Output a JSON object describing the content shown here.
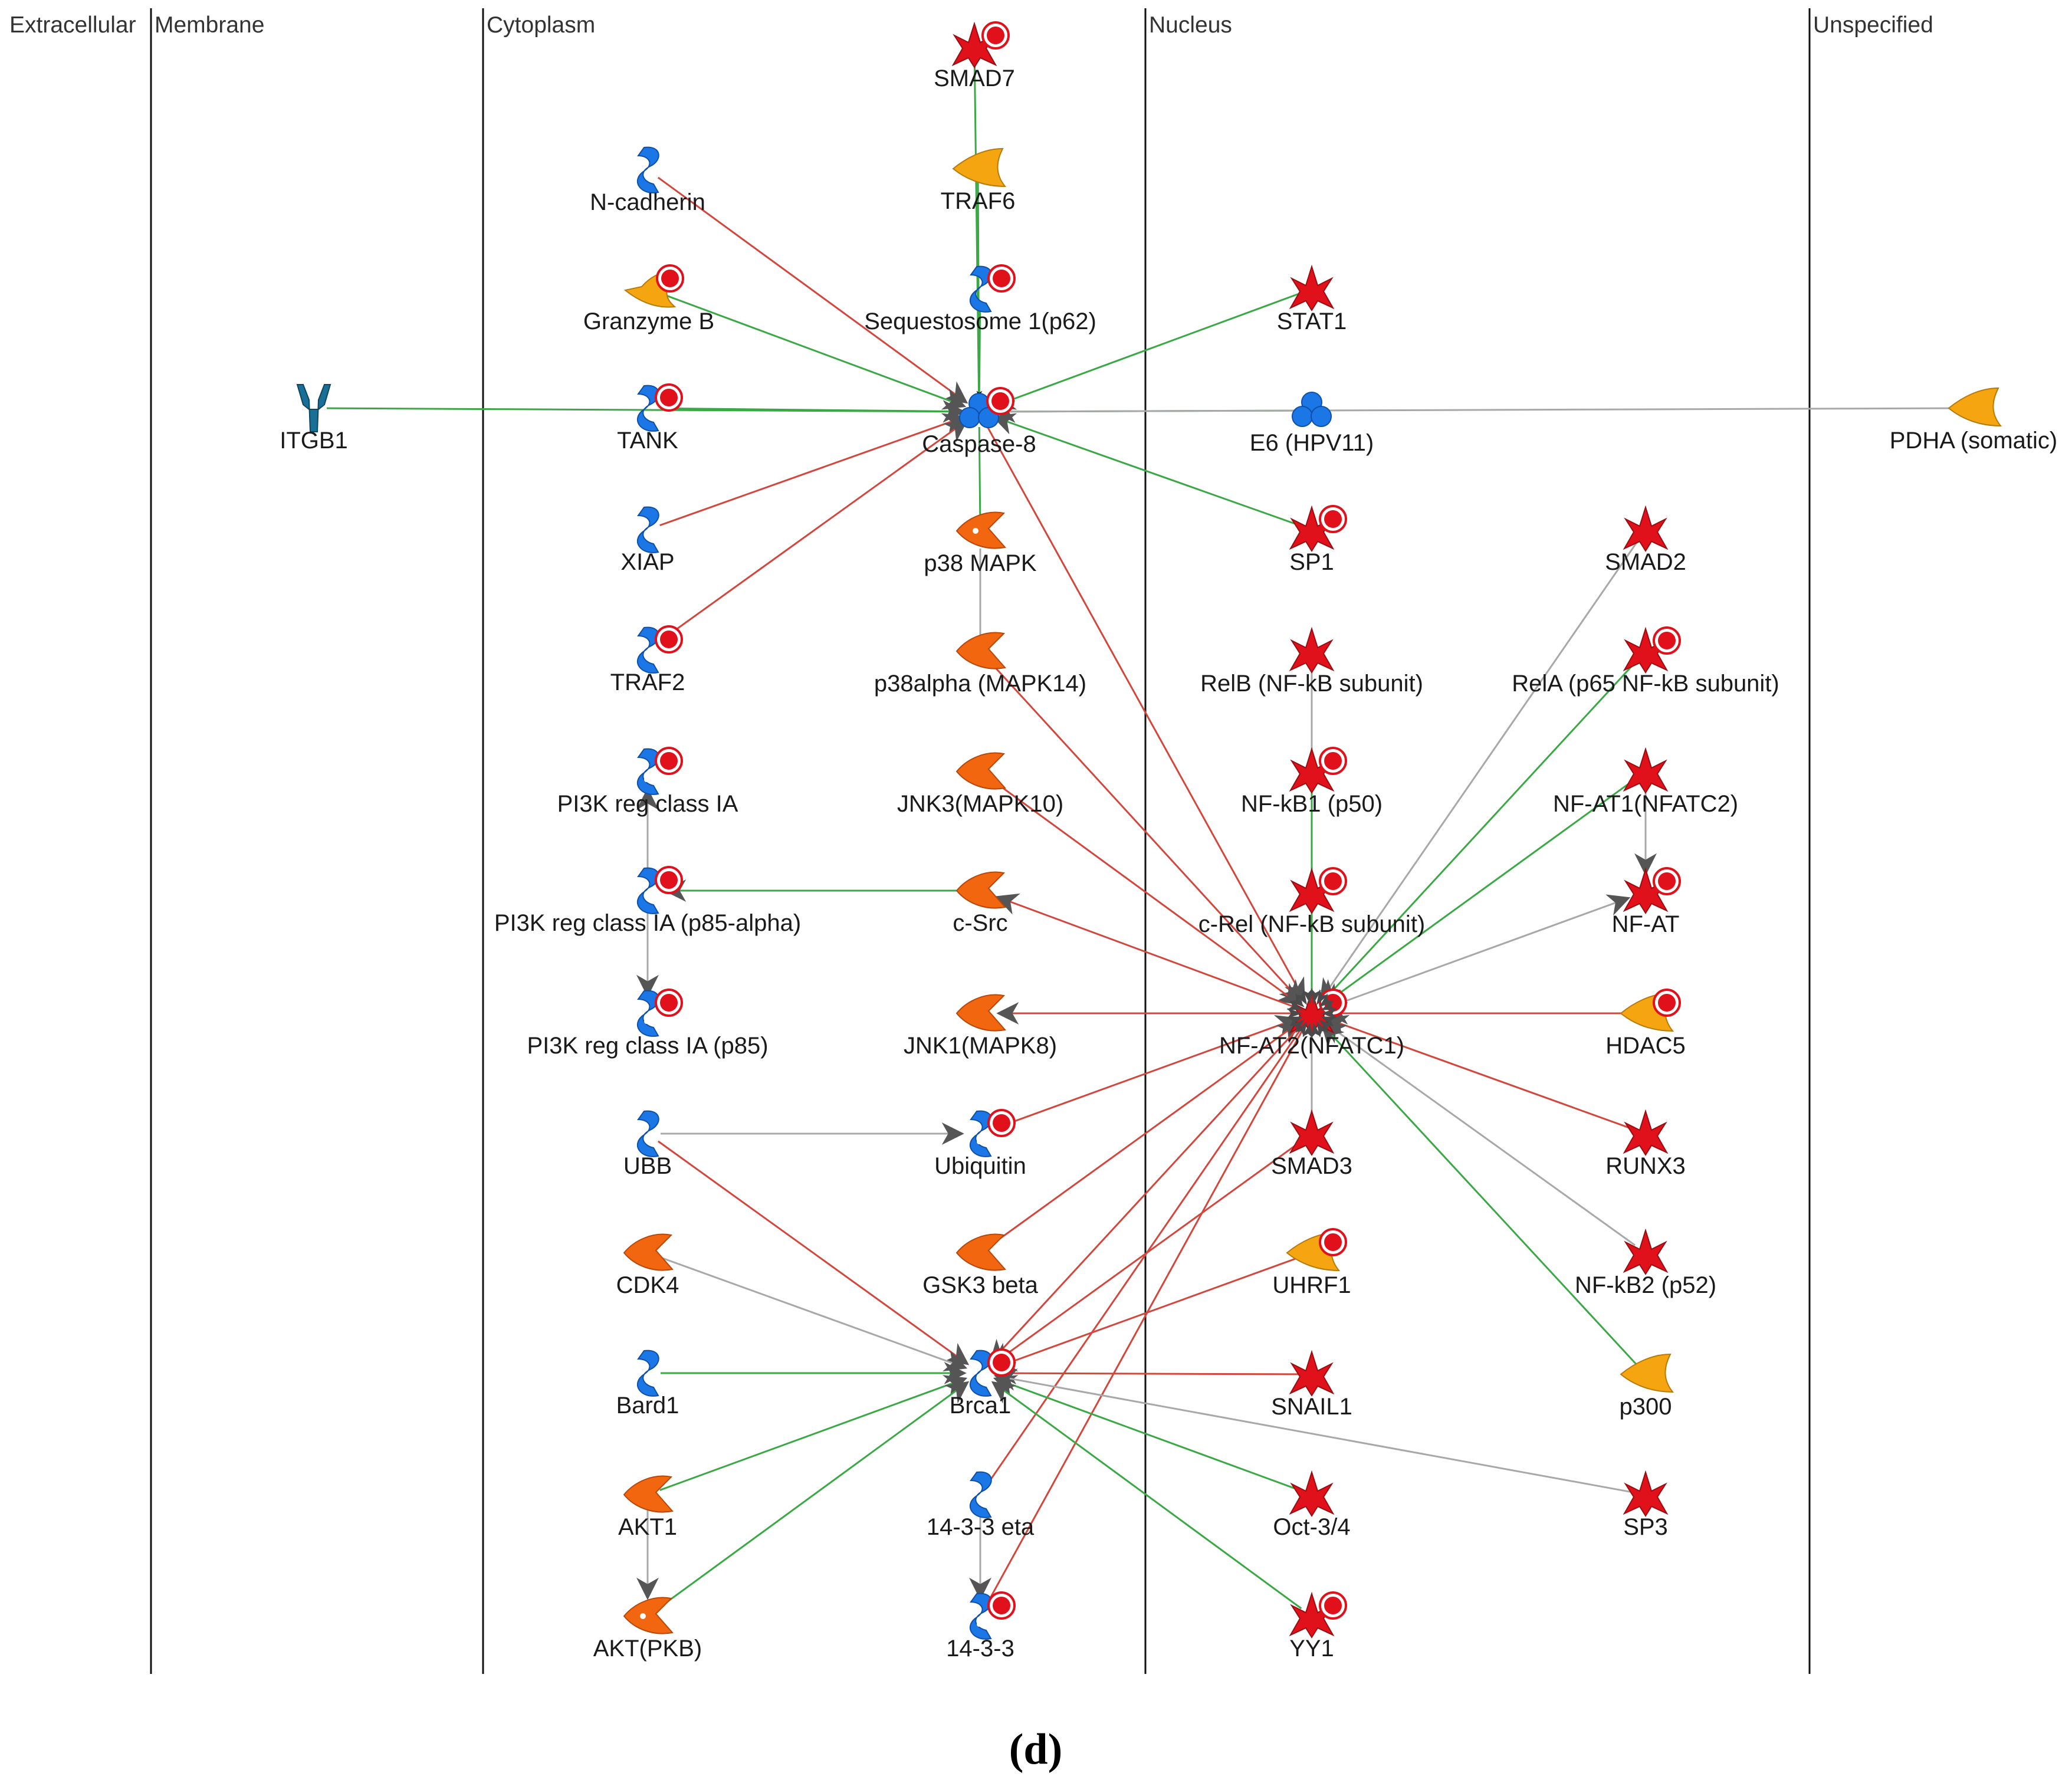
{
  "lanes": [
    {
      "label": "Extracellular"
    },
    {
      "label": "Membrane"
    },
    {
      "label": "Cytoplasm"
    },
    {
      "label": "Nucleus"
    },
    {
      "label": "Unspecified"
    }
  ],
  "colors": {
    "activation": "#3aa845",
    "inhibition": "#d4453c",
    "unspecified": "#a8a8a8",
    "arrowhead": "#555555",
    "blue_protein": "#1b76e6",
    "receptor": "#1a6f96",
    "red_factor": "#e0111b",
    "orange_kinase": "#f36610",
    "yellow_enzyme": "#f5a510",
    "marker": "#e0111b"
  },
  "nodes": [
    {
      "id": "SMAD7",
      "label": "SMAD7",
      "type": "transcription-factor",
      "marker": true
    },
    {
      "id": "TRAF6",
      "label": "TRAF6",
      "type": "enzyme",
      "marker": false
    },
    {
      "id": "N-cadherin",
      "label": "N-cadherin",
      "type": "protein",
      "marker": false
    },
    {
      "id": "GranzymeB",
      "label": "Granzyme B",
      "type": "protease",
      "marker": true
    },
    {
      "id": "p62",
      "label": "Sequestosome 1(p62)",
      "type": "protein",
      "marker": true
    },
    {
      "id": "STAT1",
      "label": "STAT1",
      "type": "transcription-factor",
      "marker": false
    },
    {
      "id": "ITGB1",
      "label": "ITGB1",
      "type": "receptor",
      "marker": false
    },
    {
      "id": "TANK",
      "label": "TANK",
      "type": "protein",
      "marker": true
    },
    {
      "id": "Caspase8",
      "label": "Caspase-8",
      "type": "complex",
      "marker": true
    },
    {
      "id": "E6",
      "label": "E6 (HPV11)",
      "type": "complex",
      "marker": false
    },
    {
      "id": "PDHA",
      "label": "PDHA (somatic)",
      "type": "enzyme",
      "marker": false
    },
    {
      "id": "XIAP",
      "label": "XIAP",
      "type": "protein",
      "marker": false
    },
    {
      "id": "p38MAPK",
      "label": "p38 MAPK",
      "type": "kinase-dot",
      "marker": false
    },
    {
      "id": "SP1",
      "label": "SP1",
      "type": "transcription-factor",
      "marker": true
    },
    {
      "id": "SMAD2",
      "label": "SMAD2",
      "type": "transcription-factor",
      "marker": false
    },
    {
      "id": "TRAF2",
      "label": "TRAF2",
      "type": "protein",
      "marker": true
    },
    {
      "id": "p38alpha",
      "label": "p38alpha (MAPK14)",
      "type": "kinase",
      "marker": false
    },
    {
      "id": "RelB",
      "label": "RelB (NF-kB subunit)",
      "type": "transcription-factor",
      "marker": false
    },
    {
      "id": "RelA",
      "label": "RelA (p65 NF-kB subunit)",
      "type": "transcription-factor",
      "marker": true
    },
    {
      "id": "PI3K_IA",
      "label": "PI3K reg class IA",
      "type": "protein-dot",
      "marker": true
    },
    {
      "id": "JNK3",
      "label": "JNK3(MAPK10)",
      "type": "kinase",
      "marker": false
    },
    {
      "id": "NFkB1",
      "label": "NF-kB1 (p50)",
      "type": "transcription-factor",
      "marker": true
    },
    {
      "id": "NFAT1",
      "label": "NF-AT1(NFATC2)",
      "type": "transcription-factor",
      "marker": false
    },
    {
      "id": "PI3K_p85a",
      "label": "PI3K reg class IA (p85-alpha)",
      "type": "protein",
      "marker": true
    },
    {
      "id": "cSrc",
      "label": "c-Src",
      "type": "kinase",
      "marker": false
    },
    {
      "id": "cRel",
      "label": "c-Rel (NF-kB subunit)",
      "type": "transcription-factor",
      "marker": true
    },
    {
      "id": "NFAT",
      "label": "NF-AT",
      "type": "transcription-factor",
      "marker": true
    },
    {
      "id": "PI3K_p85",
      "label": "PI3K reg class IA (p85)",
      "type": "protein-dot",
      "marker": true
    },
    {
      "id": "JNK1",
      "label": "JNK1(MAPK8)",
      "type": "kinase",
      "marker": false
    },
    {
      "id": "NFAT2",
      "label": "NF-AT2(NFATC1)",
      "type": "transcription-factor",
      "marker": true
    },
    {
      "id": "HDAC5",
      "label": "HDAC5",
      "type": "enzyme",
      "marker": true
    },
    {
      "id": "UBB",
      "label": "UBB",
      "type": "protein",
      "marker": false
    },
    {
      "id": "Ubiquitin",
      "label": "Ubiquitin",
      "type": "protein-dot",
      "marker": true
    },
    {
      "id": "SMAD3",
      "label": "SMAD3",
      "type": "transcription-factor",
      "marker": false
    },
    {
      "id": "RUNX3",
      "label": "RUNX3",
      "type": "transcription-factor",
      "marker": false
    },
    {
      "id": "CDK4",
      "label": "CDK4",
      "type": "kinase",
      "marker": false
    },
    {
      "id": "GSK3beta",
      "label": "GSK3 beta",
      "type": "kinase",
      "marker": false
    },
    {
      "id": "UHRF1",
      "label": "UHRF1",
      "type": "enzyme",
      "marker": true
    },
    {
      "id": "NFkB2",
      "label": "NF-kB2 (p52)",
      "type": "transcription-factor",
      "marker": false
    },
    {
      "id": "Bard1",
      "label": "Bard1",
      "type": "protein",
      "marker": false
    },
    {
      "id": "Brca1",
      "label": "Brca1",
      "type": "protein",
      "marker": true
    },
    {
      "id": "SNAIL1",
      "label": "SNAIL1",
      "type": "transcription-factor",
      "marker": false
    },
    {
      "id": "p300",
      "label": "p300",
      "type": "enzyme",
      "marker": false
    },
    {
      "id": "AKT1",
      "label": "AKT1",
      "type": "kinase",
      "marker": false
    },
    {
      "id": "eta1433",
      "label": "14-3-3 eta",
      "type": "protein",
      "marker": false
    },
    {
      "id": "Oct34",
      "label": "Oct-3/4",
      "type": "transcription-factor",
      "marker": false
    },
    {
      "id": "SP3",
      "label": "SP3",
      "type": "transcription-factor",
      "marker": false
    },
    {
      "id": "AKTPKB",
      "label": "AKT(PKB)",
      "type": "kinase-dot",
      "marker": false
    },
    {
      "id": "p1433",
      "label": "14-3-3",
      "type": "protein-dot",
      "marker": true
    },
    {
      "id": "YY1",
      "label": "YY1",
      "type": "transcription-factor",
      "marker": true
    }
  ],
  "edges": [
    {
      "from": "SMAD7",
      "to": "Caspase8",
      "effect": "activation",
      "arrow": false
    },
    {
      "from": "TRAF6",
      "to": "Caspase8",
      "effect": "activation",
      "arrow": false
    },
    {
      "from": "p62",
      "to": "Caspase8",
      "effect": "activation",
      "arrow": true,
      "head": "black"
    },
    {
      "from": "N-cadherin",
      "to": "Caspase8",
      "effect": "inhibition",
      "arrow": true
    },
    {
      "from": "GranzymeB",
      "to": "Caspase8",
      "effect": "activation",
      "arrow": true
    },
    {
      "from": "ITGB1",
      "to": "Caspase8",
      "effect": "activation",
      "arrow": true
    },
    {
      "from": "TANK",
      "to": "Caspase8",
      "effect": "activation",
      "arrow": true
    },
    {
      "from": "XIAP",
      "to": "Caspase8",
      "effect": "inhibition",
      "arrow": true
    },
    {
      "from": "TRAF2",
      "to": "Caspase8",
      "effect": "inhibition",
      "arrow": true
    },
    {
      "from": "STAT1",
      "to": "Caspase8",
      "effect": "activation",
      "arrow": true
    },
    {
      "from": "E6",
      "to": "Caspase8",
      "effect": "activation",
      "arrow": true
    },
    {
      "from": "PDHA",
      "to": "Caspase8",
      "effect": "unspecified",
      "arrow": true
    },
    {
      "from": "SP1",
      "to": "Caspase8",
      "effect": "activation",
      "arrow": true
    },
    {
      "from": "p38MAPK",
      "to": "Caspase8",
      "effect": "activation",
      "arrow": false
    },
    {
      "from": "p38alpha",
      "to": "p38MAPK",
      "effect": "unspecified",
      "arrow": false
    },
    {
      "from": "Caspase8",
      "to": "NFAT2",
      "effect": "inhibition",
      "arrow": true
    },
    {
      "from": "p38alpha",
      "to": "NFAT2",
      "effect": "inhibition",
      "arrow": true
    },
    {
      "from": "JNK3",
      "to": "NFAT2",
      "effect": "inhibition",
      "arrow": true
    },
    {
      "from": "NFAT2",
      "to": "cSrc",
      "effect": "inhibition",
      "arrow": true
    },
    {
      "from": "NFAT2",
      "to": "JNK1",
      "effect": "inhibition",
      "arrow": true
    },
    {
      "from": "Ubiquitin",
      "to": "NFAT2",
      "effect": "inhibition",
      "arrow": true
    },
    {
      "from": "GSK3beta",
      "to": "NFAT2",
      "effect": "inhibition",
      "arrow": true
    },
    {
      "from": "RelB",
      "to": "NFAT2",
      "effect": "unspecified",
      "arrow": false
    },
    {
      "from": "NFkB1",
      "to": "NFAT2",
      "effect": "activation",
      "arrow": false
    },
    {
      "from": "cRel",
      "to": "NFAT2",
      "effect": "activation",
      "arrow": true,
      "head": "black"
    },
    {
      "from": "SMAD2",
      "to": "NFAT2",
      "effect": "unspecified",
      "arrow": true
    },
    {
      "from": "RelA",
      "to": "NFAT2",
      "effect": "activation",
      "arrow": true
    },
    {
      "from": "NFAT1",
      "to": "NFAT2",
      "effect": "activation",
      "arrow": true
    },
    {
      "from": "NFAT2",
      "to": "NFAT",
      "effect": "unspecified",
      "arrow": true
    },
    {
      "from": "HDAC5",
      "to": "NFAT2",
      "effect": "inhibition",
      "arrow": true
    },
    {
      "from": "RUNX3",
      "to": "NFAT2",
      "effect": "inhibition",
      "arrow": true
    },
    {
      "from": "NFkB2",
      "to": "NFAT2",
      "effect": "unspecified",
      "arrow": true
    },
    {
      "from": "p300",
      "to": "NFAT2",
      "effect": "activation",
      "arrow": true
    },
    {
      "from": "SMAD3",
      "to": "NFAT2",
      "effect": "unspecified",
      "arrow": false
    },
    {
      "from": "NFAT2",
      "to": "Brca1",
      "effect": "inhibition",
      "arrow": true
    },
    {
      "from": "NFAT2",
      "to": "eta1433",
      "effect": "inhibition",
      "arrow": false
    },
    {
      "from": "NFAT2",
      "to": "p1433",
      "effect": "inhibition",
      "arrow": false
    },
    {
      "from": "NFAT1",
      "to": "NFAT",
      "effect": "unspecified",
      "arrow": true
    },
    {
      "from": "cSrc",
      "to": "PI3K_p85a",
      "effect": "activation",
      "arrow": true
    },
    {
      "from": "PI3K_p85a",
      "to": "PI3K_IA",
      "effect": "unspecified",
      "arrow": true
    },
    {
      "from": "PI3K_p85a",
      "to": "PI3K_p85",
      "effect": "unspecified",
      "arrow": true
    },
    {
      "from": "UBB",
      "to": "Ubiquitin",
      "effect": "unspecified",
      "arrow": true
    },
    {
      "from": "UBB",
      "to": "Brca1",
      "effect": "inhibition",
      "arrow": true
    },
    {
      "from": "CDK4",
      "to": "Brca1",
      "effect": "unspecified",
      "arrow": true
    },
    {
      "from": "Bard1",
      "to": "Brca1",
      "effect": "activation",
      "arrow": true
    },
    {
      "from": "AKT1",
      "to": "Brca1",
      "effect": "activation",
      "arrow": true
    },
    {
      "from": "AKTPKB",
      "to": "Brca1",
      "effect": "activation",
      "arrow": true
    },
    {
      "from": "SMAD3",
      "to": "Brca1",
      "effect": "inhibition",
      "arrow": true
    },
    {
      "from": "UHRF1",
      "to": "Brca1",
      "effect": "inhibition",
      "arrow": true
    },
    {
      "from": "SNAIL1",
      "to": "Brca1",
      "effect": "inhibition",
      "arrow": true
    },
    {
      "from": "Oct34",
      "to": "Brca1",
      "effect": "activation",
      "arrow": true
    },
    {
      "from": "YY1",
      "to": "Brca1",
      "effect": "activation",
      "arrow": true
    },
    {
      "from": "SP3",
      "to": "Brca1",
      "effect": "unspecified",
      "arrow": true
    },
    {
      "from": "AKT1",
      "to": "AKTPKB",
      "effect": "unspecified",
      "arrow": true
    },
    {
      "from": "eta1433",
      "to": "p1433",
      "effect": "unspecified",
      "arrow": true
    }
  ],
  "caption": "(d)"
}
